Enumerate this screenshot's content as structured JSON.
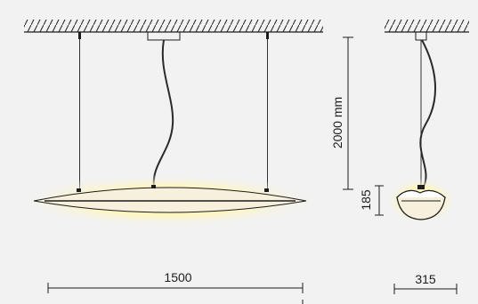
{
  "dimensions": {
    "width_label": "1500",
    "drop_label": "2000 mm",
    "height_label": "185",
    "depth_label": "315"
  },
  "colors": {
    "background": "#f2f2f2",
    "line": "#1c1c1c",
    "cable": "#2a2a2a",
    "lamp_body": "#f6f0dd",
    "glow": "#fff3a8"
  }
}
